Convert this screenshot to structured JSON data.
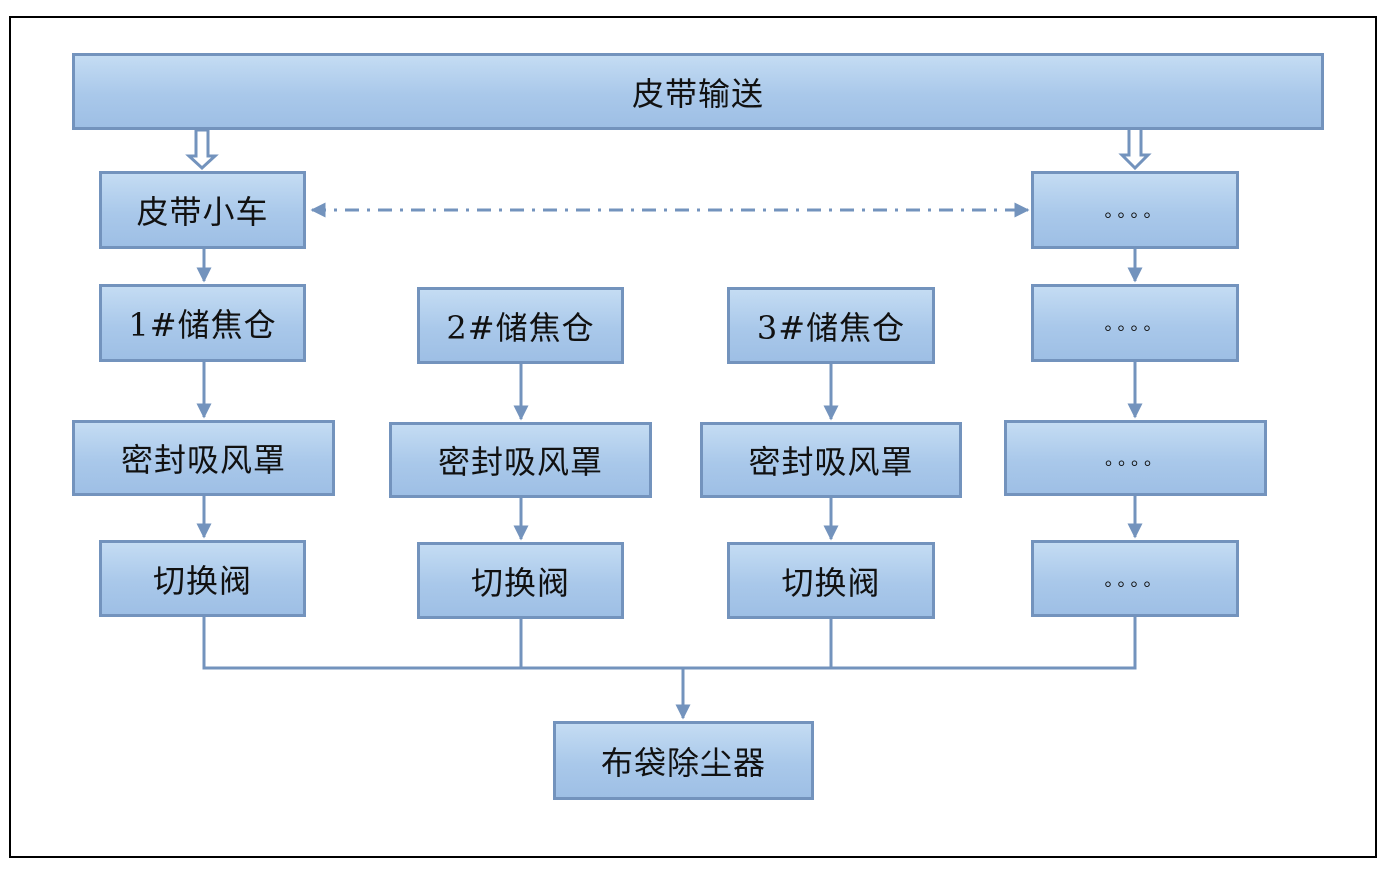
{
  "colors": {
    "box_fill_top": "#c4dcf3",
    "box_fill_bottom": "#9ebfe5",
    "box_border": "#7393bd",
    "connector": "#7393bd"
  },
  "belt": {
    "label": "皮带输送"
  },
  "columns": [
    {
      "top": "皮带小车",
      "bin": "1#储焦仓",
      "hood": "密封吸风罩",
      "valve": "切换阀"
    },
    {
      "bin": "2#储焦仓",
      "hood": "密封吸风罩",
      "valve": "切换阀"
    },
    {
      "bin": "3#储焦仓",
      "hood": "密封吸风罩",
      "valve": "切换阀"
    },
    {
      "top": "。。。。",
      "bin": "。。。。",
      "hood": "。。。。",
      "valve": "。。。。"
    }
  ],
  "collector": {
    "label": "布袋除尘器"
  }
}
